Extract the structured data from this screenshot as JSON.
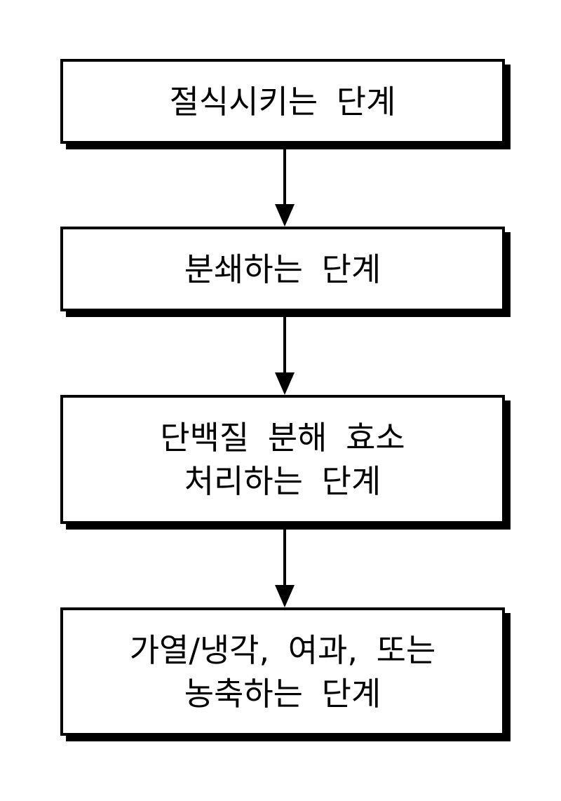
{
  "steps": [
    {
      "lines": [
        "절식시키는 단계"
      ]
    },
    {
      "lines": [
        "분쇄하는 단계"
      ]
    },
    {
      "lines": [
        "단백질 분해 효소",
        "처리하는 단계"
      ]
    },
    {
      "lines": [
        "가열/냉각, 여과, 또는",
        "농축하는 단계"
      ]
    }
  ],
  "colors": {
    "line": "#000000",
    "background": "#ffffff"
  }
}
